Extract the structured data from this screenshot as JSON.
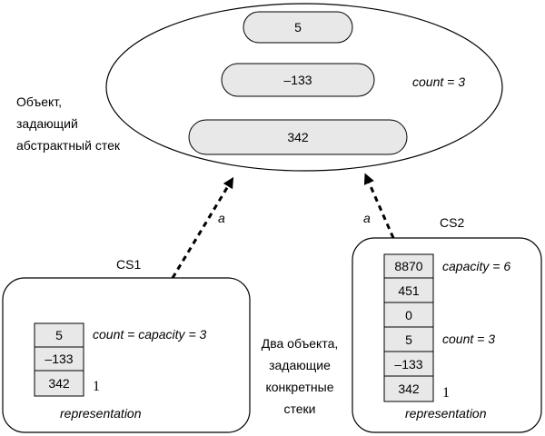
{
  "abstract": {
    "values": [
      "5",
      "–133",
      "342"
    ],
    "count_label": "count = 3",
    "caption": [
      "Объект,",
      "задающий",
      "абстрактный стек"
    ]
  },
  "arrows": {
    "label1": "a",
    "label2": "a"
  },
  "cs1": {
    "title": "CS1",
    "cells": [
      "5",
      "–133",
      "342"
    ],
    "note": "count = capacity  = 3",
    "index": "1",
    "caption": "representation"
  },
  "cs2": {
    "title": "CS2",
    "cells": [
      "8870",
      "451",
      "0",
      "5",
      "–133",
      "342"
    ],
    "capacity_label": "capacity  = 6",
    "count_label": "count = 3",
    "index": "1",
    "caption": "representation"
  },
  "middle_caption": [
    "Два объекта,",
    "задающие",
    "конкретные",
    "стеки"
  ]
}
